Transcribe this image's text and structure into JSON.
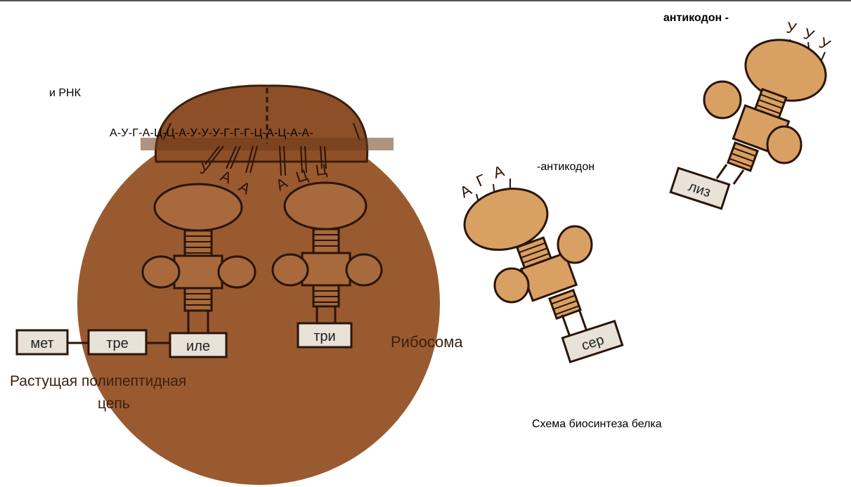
{
  "labels": {
    "mrna": "и РНК",
    "sequence": "А-У-Г-А-Ц-Ц-А-У-У-У-Г-Г-Г-Ц-А-Ц-А-А-",
    "anticodon_right": "-антикодон",
    "anticodon_top": "антикодон -",
    "ribosome": "Рибосома",
    "chain_line1": "Растущая полипептидная",
    "chain_line2": "цепь",
    "caption": "Схема биосинтеза белка"
  },
  "trna_left": {
    "anticodon": [
      "У",
      "А",
      "А"
    ],
    "amino_acid": "иле"
  },
  "trna_middle": {
    "anticodon": [
      "А",
      "Ц",
      "Ц"
    ],
    "amino_acid": "три"
  },
  "trna_free_1": {
    "anticodon": [
      "А",
      "Г",
      "А"
    ],
    "amino_acid": "сер"
  },
  "trna_free_2": {
    "anticodon": [
      "У",
      "У",
      "У"
    ],
    "amino_acid": "лиз"
  },
  "chain_residues": [
    "мет",
    "тре"
  ],
  "colors": {
    "ribosome": "#9a5a30",
    "trna_fill": "#d39a5e",
    "trna_free_fill": "#d9a064",
    "outline": "#2a1508",
    "label_box": "#e8e2d8"
  }
}
